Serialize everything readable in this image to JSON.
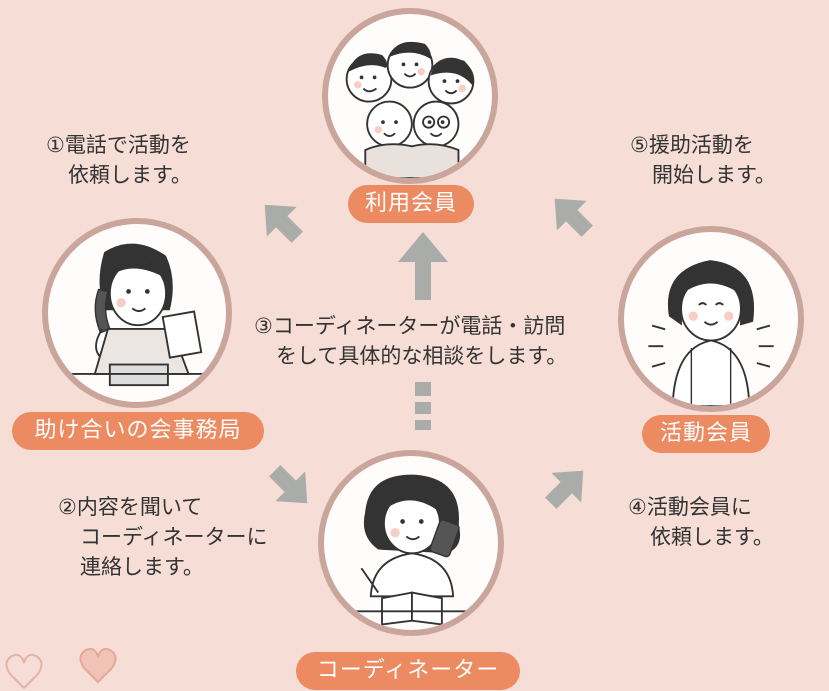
{
  "nodes": {
    "member_user": {
      "label": "利用会員"
    },
    "office": {
      "label": "助け合いの会事務局"
    },
    "coordinator": {
      "label": "コーディネーター"
    },
    "member_activity": {
      "label": "活動会員"
    }
  },
  "steps": {
    "step1": {
      "line1": "①電話で活動を",
      "line2": "依頼します。"
    },
    "step2": {
      "line1": "②内容を聞いて",
      "line2": "コーディネーターに",
      "line3": "連絡します。"
    },
    "step3": {
      "line1": "③コーディネーターが電話・訪問",
      "line2": "をして具体的な相談をします。"
    },
    "step4": {
      "line1": "④活動会員に",
      "line2": "依頼します。"
    },
    "step5": {
      "line1": "⑤援助活動を",
      "line2": "開始します。"
    }
  },
  "colors": {
    "background": "#f6ddd5",
    "badge": "#ec8a61",
    "arrow": "#a9aca9",
    "ring": "#c9a59b"
  }
}
